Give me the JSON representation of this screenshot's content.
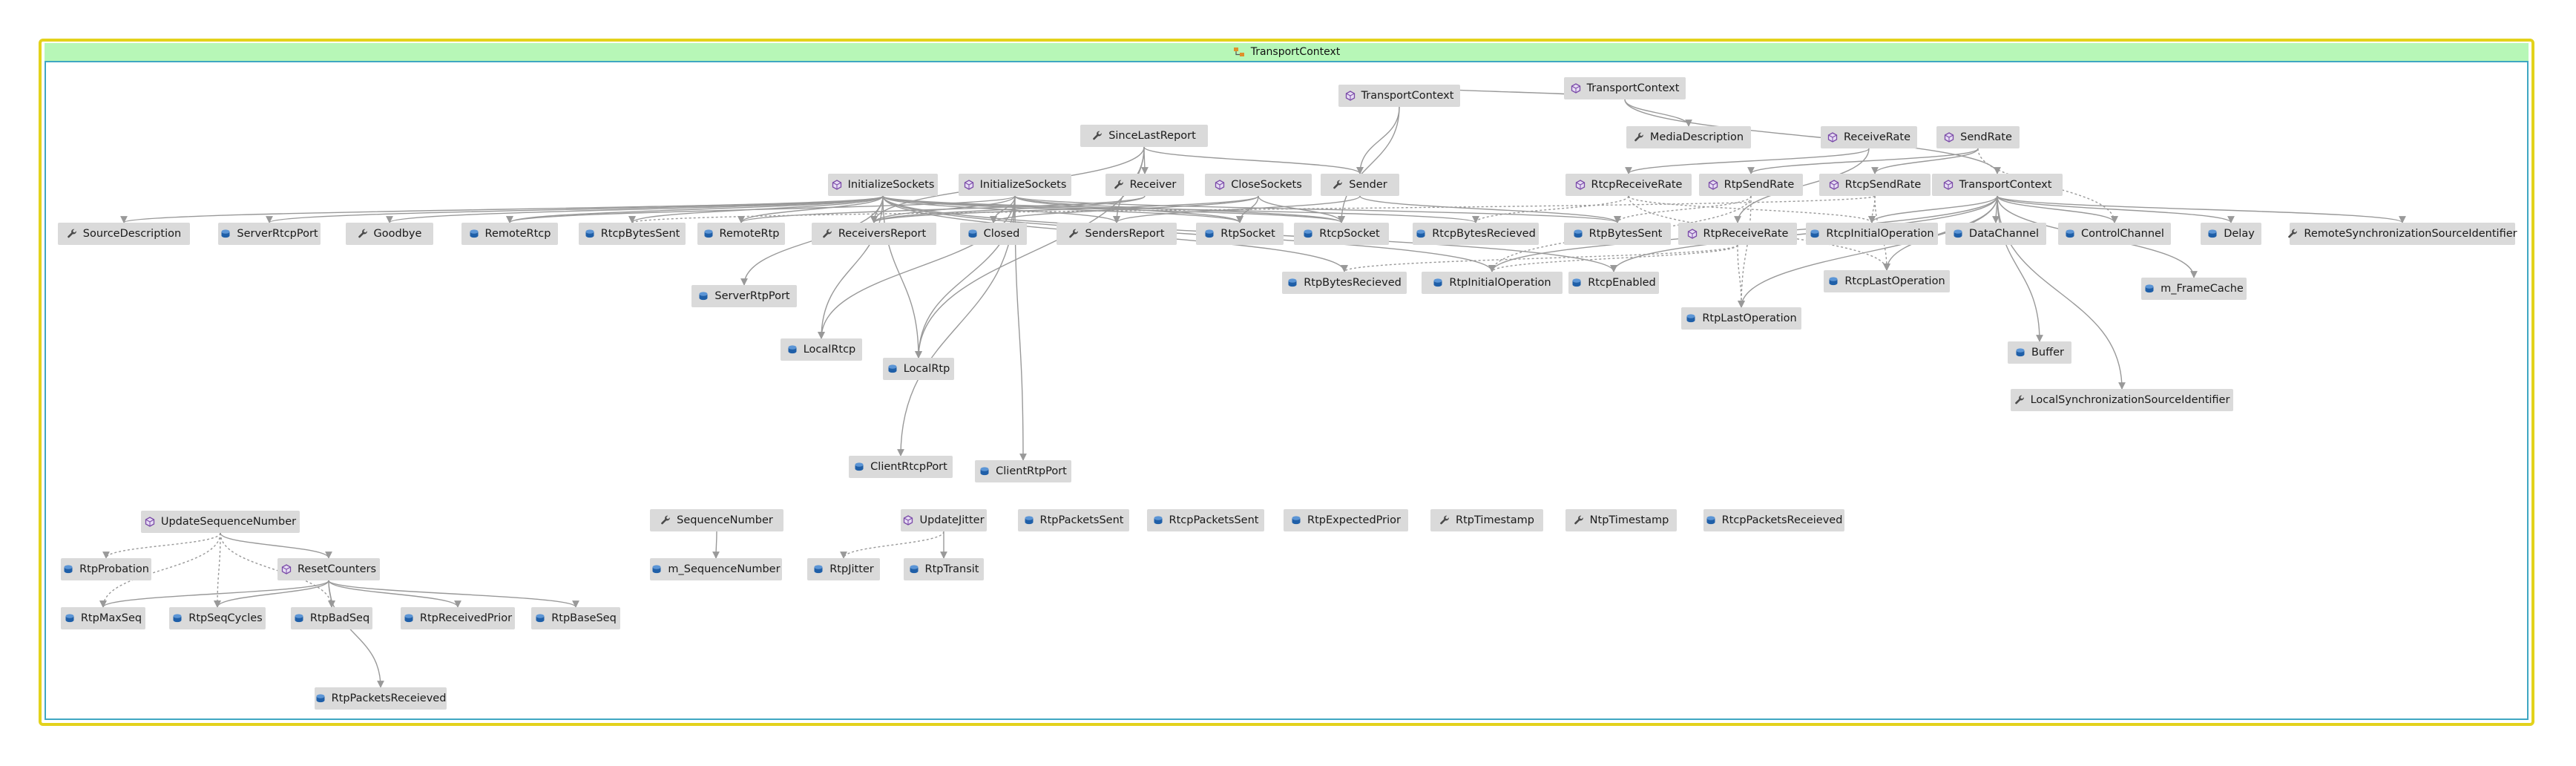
{
  "title": "TransportContext",
  "colors": {
    "frame": "#e3d21b",
    "inner_border": "#3fa7c2",
    "title_bar": "#b7f7b7",
    "node_fill": "#dadada",
    "edge": "#999999",
    "field_icon": "#1f5fa8",
    "method_icon": "#7a4aa8"
  },
  "nodes": [
    {
      "id": "SourceDescription",
      "label": "SourceDescription",
      "icon": "wrench-icon"
    },
    {
      "id": "ServerRtcpPort",
      "label": "ServerRtcpPort",
      "icon": "field-icon"
    },
    {
      "id": "Goodbye",
      "label": "Goodbye",
      "icon": "wrench-icon"
    },
    {
      "id": "RemoteRtcp",
      "label": "RemoteRtcp",
      "icon": "field-icon"
    },
    {
      "id": "RtcpBytesSent",
      "label": "RtcpBytesSent",
      "icon": "field-icon"
    },
    {
      "id": "RemoteRtp",
      "label": "RemoteRtp",
      "icon": "field-icon"
    },
    {
      "id": "ReceiversReport",
      "label": "ReceiversReport",
      "icon": "wrench-icon"
    },
    {
      "id": "Closed",
      "label": "Closed",
      "icon": "field-icon"
    },
    {
      "id": "SendersReport",
      "label": "SendersReport",
      "icon": "wrench-icon"
    },
    {
      "id": "RtpSocket",
      "label": "RtpSocket",
      "icon": "field-icon"
    },
    {
      "id": "RtcpSocket",
      "label": "RtcpSocket",
      "icon": "field-icon"
    },
    {
      "id": "RtcpBytesRecieved",
      "label": "RtcpBytesRecieved",
      "icon": "field-icon"
    },
    {
      "id": "RtpBytesSent",
      "label": "RtpBytesSent",
      "icon": "field-icon"
    },
    {
      "id": "RtpReceiveRate",
      "label": "RtpReceiveRate",
      "icon": "method-icon"
    },
    {
      "id": "RtcpInitialOperation",
      "label": "RtcpInitialOperation",
      "icon": "field-icon"
    },
    {
      "id": "DataChannel",
      "label": "DataChannel",
      "icon": "field-icon"
    },
    {
      "id": "ControlChannel",
      "label": "ControlChannel",
      "icon": "field-icon"
    },
    {
      "id": "Delay",
      "label": "Delay",
      "icon": "field-icon"
    },
    {
      "id": "RemoteSSRC",
      "label": "RemoteSynchronizationSourceIdentifier",
      "icon": "wrench-icon"
    },
    {
      "id": "InitializeSockets1",
      "label": "InitializeSockets",
      "icon": "method-icon"
    },
    {
      "id": "InitializeSockets2",
      "label": "InitializeSockets",
      "icon": "method-icon"
    },
    {
      "id": "CloseSockets",
      "label": "CloseSockets",
      "icon": "method-icon"
    },
    {
      "id": "Receiver",
      "label": "Receiver",
      "icon": "wrench-icon"
    },
    {
      "id": "Sender",
      "label": "Sender",
      "icon": "wrench-icon"
    },
    {
      "id": "SinceLastReport",
      "label": "SinceLastReport",
      "icon": "wrench-icon"
    },
    {
      "id": "TransportContextA",
      "label": "TransportContext",
      "icon": "method-icon"
    },
    {
      "id": "TransportContextB",
      "label": "TransportContext",
      "icon": "method-icon"
    },
    {
      "id": "MediaDescription",
      "label": "MediaDescription",
      "icon": "wrench-icon"
    },
    {
      "id": "ReceiveRate",
      "label": "ReceiveRate",
      "icon": "method-icon"
    },
    {
      "id": "SendRate",
      "label": "SendRate",
      "icon": "method-icon"
    },
    {
      "id": "RtcpReceiveRate",
      "label": "RtcpReceiveRate",
      "icon": "method-icon"
    },
    {
      "id": "RtpSendRate",
      "label": "RtpSendRate",
      "icon": "method-icon"
    },
    {
      "id": "RtcpSendRate",
      "label": "RtcpSendRate",
      "icon": "method-icon"
    },
    {
      "id": "TransportContextC",
      "label": "TransportContext",
      "icon": "method-icon"
    },
    {
      "id": "ServerRtpPort",
      "label": "ServerRtpPort",
      "icon": "field-icon"
    },
    {
      "id": "LocalRtcp",
      "label": "LocalRtcp",
      "icon": "field-icon"
    },
    {
      "id": "LocalRtp",
      "label": "LocalRtp",
      "icon": "field-icon"
    },
    {
      "id": "ClientRtcpPort",
      "label": "ClientRtcpPort",
      "icon": "field-icon"
    },
    {
      "id": "ClientRtpPort",
      "label": "ClientRtpPort",
      "icon": "field-icon"
    },
    {
      "id": "RtpBytesRecieved",
      "label": "RtpBytesRecieved",
      "icon": "field-icon"
    },
    {
      "id": "RtpInitialOperation",
      "label": "RtpInitialOperation",
      "icon": "field-icon"
    },
    {
      "id": "RtcpEnabled",
      "label": "RtcpEnabled",
      "icon": "field-icon"
    },
    {
      "id": "RtpLastOperation",
      "label": "RtpLastOperation",
      "icon": "field-icon"
    },
    {
      "id": "RtcpLastOperation",
      "label": "RtcpLastOperation",
      "icon": "field-icon"
    },
    {
      "id": "m_FrameCache",
      "label": "m_FrameCache",
      "icon": "field-icon"
    },
    {
      "id": "Buffer",
      "label": "Buffer",
      "icon": "field-icon"
    },
    {
      "id": "LocalSSRC",
      "label": "LocalSynchronizationSourceIdentifier",
      "icon": "wrench-icon"
    },
    {
      "id": "UpdateSequenceNumber",
      "label": "UpdateSequenceNumber",
      "icon": "method-icon"
    },
    {
      "id": "RtpProbation",
      "label": "RtpProbation",
      "icon": "field-icon"
    },
    {
      "id": "ResetCounters",
      "label": "ResetCounters",
      "icon": "method-icon"
    },
    {
      "id": "RtpMaxSeq",
      "label": "RtpMaxSeq",
      "icon": "field-icon"
    },
    {
      "id": "RtpSeqCycles",
      "label": "RtpSeqCycles",
      "icon": "field-icon"
    },
    {
      "id": "RtpBadSeq",
      "label": "RtpBadSeq",
      "icon": "field-icon"
    },
    {
      "id": "RtpReceivedPrior",
      "label": "RtpReceivedPrior",
      "icon": "field-icon"
    },
    {
      "id": "RtpBaseSeq",
      "label": "RtpBaseSeq",
      "icon": "field-icon"
    },
    {
      "id": "RtpPacketsReceieved",
      "label": "RtpPacketsReceieved",
      "icon": "field-icon"
    },
    {
      "id": "SequenceNumber",
      "label": "SequenceNumber",
      "icon": "wrench-icon"
    },
    {
      "id": "m_SequenceNumber",
      "label": "m_SequenceNumber",
      "icon": "field-icon"
    },
    {
      "id": "UpdateJitter",
      "label": "UpdateJitter",
      "icon": "method-icon"
    },
    {
      "id": "RtpJitter",
      "label": "RtpJitter",
      "icon": "field-icon"
    },
    {
      "id": "RtpTransit",
      "label": "RtpTransit",
      "icon": "field-icon"
    },
    {
      "id": "RtpPacketsSent",
      "label": "RtpPacketsSent",
      "icon": "field-icon"
    },
    {
      "id": "RtcpPacketsSent",
      "label": "RtcpPacketsSent",
      "icon": "field-icon"
    },
    {
      "id": "RtpExpectedPrior",
      "label": "RtpExpectedPrior",
      "icon": "field-icon"
    },
    {
      "id": "RtpTimestamp",
      "label": "RtpTimestamp",
      "icon": "wrench-icon"
    },
    {
      "id": "NtpTimestamp",
      "label": "NtpTimestamp",
      "icon": "wrench-icon"
    },
    {
      "id": "RtcpPacketsReceieved",
      "label": "RtcpPacketsReceieved",
      "icon": "field-icon"
    }
  ],
  "edges": [
    [
      "TransportContextA",
      "TransportContextB",
      false
    ],
    [
      "TransportContextA",
      "Sender",
      false
    ],
    [
      "TransportContextA",
      "RtcpSocket",
      false
    ],
    [
      "TransportContextB",
      "MediaDescription",
      false
    ],
    [
      "TransportContextB",
      "TransportContextC",
      false
    ],
    [
      "SinceLastReport",
      "Receiver",
      false
    ],
    [
      "SinceLastReport",
      "Sender",
      false
    ],
    [
      "SinceLastReport",
      "ReceiversReport",
      false
    ],
    [
      "SinceLastReport",
      "SendersReport",
      false
    ],
    [
      "SinceLastReport",
      "LocalRtp",
      false
    ],
    [
      "InitializeSockets1",
      "SourceDescription",
      false
    ],
    [
      "InitializeSockets1",
      "ServerRtcpPort",
      false
    ],
    [
      "InitializeSockets1",
      "Goodbye",
      false
    ],
    [
      "InitializeSockets1",
      "RemoteRtcp",
      false
    ],
    [
      "InitializeSockets1",
      "RtcpBytesSent",
      false
    ],
    [
      "InitializeSockets1",
      "RemoteRtp",
      false
    ],
    [
      "InitializeSockets1",
      "ReceiversReport",
      false
    ],
    [
      "InitializeSockets1",
      "SendersReport",
      false
    ],
    [
      "InitializeSockets1",
      "RtpSocket",
      false
    ],
    [
      "InitializeSockets1",
      "RtcpSocket",
      false
    ],
    [
      "InitializeSockets1",
      "RtcpBytesRecieved",
      false
    ],
    [
      "InitializeSockets1",
      "ServerRtpPort",
      false
    ],
    [
      "InitializeSockets1",
      "LocalRtcp",
      false
    ],
    [
      "InitializeSockets1",
      "LocalRtp",
      false
    ],
    [
      "InitializeSockets1",
      "RtpBytesRecieved",
      false
    ],
    [
      "InitializeSockets1",
      "RtpInitialOperation",
      false
    ],
    [
      "InitializeSockets1",
      "RtcpEnabled",
      false
    ],
    [
      "InitializeSockets2",
      "Closed",
      false
    ],
    [
      "InitializeSockets2",
      "RemoteRtcp",
      false
    ],
    [
      "InitializeSockets2",
      "ReceiversReport",
      false
    ],
    [
      "InitializeSockets2",
      "RtpSocket",
      false
    ],
    [
      "InitializeSockets2",
      "RtcpSocket",
      false
    ],
    [
      "InitializeSockets2",
      "LocalRtcp",
      false
    ],
    [
      "InitializeSockets2",
      "LocalRtp",
      false
    ],
    [
      "InitializeSockets2",
      "ClientRtcpPort",
      false
    ],
    [
      "InitializeSockets2",
      "ClientRtpPort",
      false
    ],
    [
      "InitializeSockets2",
      "RtpBytesSent",
      false
    ],
    [
      "CloseSockets",
      "RtpSocket",
      false
    ],
    [
      "CloseSockets",
      "RtcpSocket",
      false
    ],
    [
      "CloseSockets",
      "Closed",
      false
    ],
    [
      "CloseSockets",
      "ReceiversReport",
      false
    ],
    [
      "Receiver",
      "ReceiversReport",
      false
    ],
    [
      "Receiver",
      "RemoteRtp",
      false
    ],
    [
      "Sender",
      "SendersReport",
      false
    ],
    [
      "Sender",
      "RtpBytesSent",
      false
    ],
    [
      "ReceiveRate",
      "RtcpReceiveRate",
      false
    ],
    [
      "ReceiveRate",
      "RtpReceiveRate",
      false
    ],
    [
      "SendRate",
      "RtpSendRate",
      false
    ],
    [
      "SendRate",
      "RtcpSendRate",
      false
    ],
    [
      "SendRate",
      "ControlChannel",
      true
    ],
    [
      "RtcpReceiveRate",
      "RtcpBytesRecieved",
      true
    ],
    [
      "RtcpReceiveRate",
      "RtcpInitialOperation",
      true
    ],
    [
      "RtcpReceiveRate",
      "RtcpLastOperation",
      true
    ],
    [
      "RtpSendRate",
      "RtpBytesSent",
      true
    ],
    [
      "RtpSendRate",
      "RtpLastOperation",
      true
    ],
    [
      "RtpSendRate",
      "RtpInitialOperation",
      true
    ],
    [
      "RtcpSendRate",
      "RtcpBytesSent",
      true
    ],
    [
      "RtcpSendRate",
      "RtcpInitialOperation",
      true
    ],
    [
      "RtcpSendRate",
      "RtcpLastOperation",
      true
    ],
    [
      "RtpReceiveRate",
      "RtpBytesRecieved",
      true
    ],
    [
      "RtpReceiveRate",
      "RtpLastOperation",
      true
    ],
    [
      "RtpReceiveRate",
      "RtpInitialOperation",
      true
    ],
    [
      "TransportContextC",
      "DataChannel",
      false
    ],
    [
      "TransportContextC",
      "ControlChannel",
      false
    ],
    [
      "TransportContextC",
      "Delay",
      false
    ],
    [
      "TransportContextC",
      "RemoteSSRC",
      false
    ],
    [
      "TransportContextC",
      "m_FrameCache",
      false
    ],
    [
      "TransportContextC",
      "Buffer",
      false
    ],
    [
      "TransportContextC",
      "LocalSSRC",
      false
    ],
    [
      "TransportContextC",
      "RtcpInitialOperation",
      false
    ],
    [
      "TransportContextC",
      "RtcpEnabled",
      false
    ],
    [
      "TransportContextC",
      "RtpInitialOperation",
      false
    ],
    [
      "TransportContextC",
      "RtpLastOperation",
      false
    ],
    [
      "TransportContextC",
      "RtcpLastOperation",
      false
    ],
    [
      "UpdateSequenceNumber",
      "RtpProbation",
      true
    ],
    [
      "UpdateSequenceNumber",
      "ResetCounters",
      false
    ],
    [
      "UpdateSequenceNumber",
      "RtpMaxSeq",
      true
    ],
    [
      "UpdateSequenceNumber",
      "RtpSeqCycles",
      true
    ],
    [
      "UpdateSequenceNumber",
      "RtpBadSeq",
      true
    ],
    [
      "ResetCounters",
      "RtpMaxSeq",
      false
    ],
    [
      "ResetCounters",
      "RtpSeqCycles",
      false
    ],
    [
      "ResetCounters",
      "RtpBadSeq",
      false
    ],
    [
      "ResetCounters",
      "RtpReceivedPrior",
      false
    ],
    [
      "ResetCounters",
      "RtpBaseSeq",
      false
    ],
    [
      "ResetCounters",
      "RtpPacketsReceieved",
      false
    ],
    [
      "SequenceNumber",
      "m_SequenceNumber",
      false
    ],
    [
      "UpdateJitter",
      "RtpJitter",
      true
    ],
    [
      "UpdateJitter",
      "RtpTransit",
      false
    ]
  ]
}
